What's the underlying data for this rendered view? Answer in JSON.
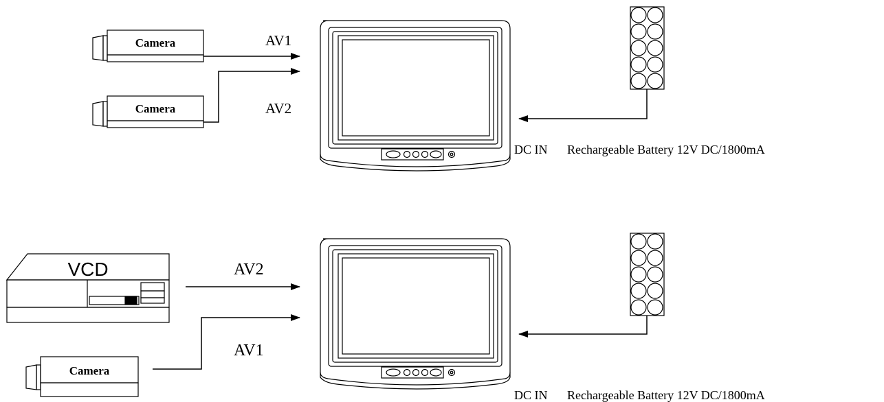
{
  "top": {
    "camera1_label": "Camera",
    "camera2_label": "Camera",
    "av1_label": "AV1",
    "av2_label": "AV2",
    "dc_in_label": "DC IN",
    "battery_label": "Rechargeable Battery 12V DC/1800mA"
  },
  "bottom": {
    "vcd_label": "VCD",
    "camera_label": "Camera",
    "av2_label": "AV2",
    "av1_label": "AV1",
    "dc_in_label": "DC IN",
    "battery_label": "Rechargeable Battery 12V DC/1800mA"
  },
  "colors": {
    "stroke": "#000000",
    "background": "#ffffff"
  }
}
